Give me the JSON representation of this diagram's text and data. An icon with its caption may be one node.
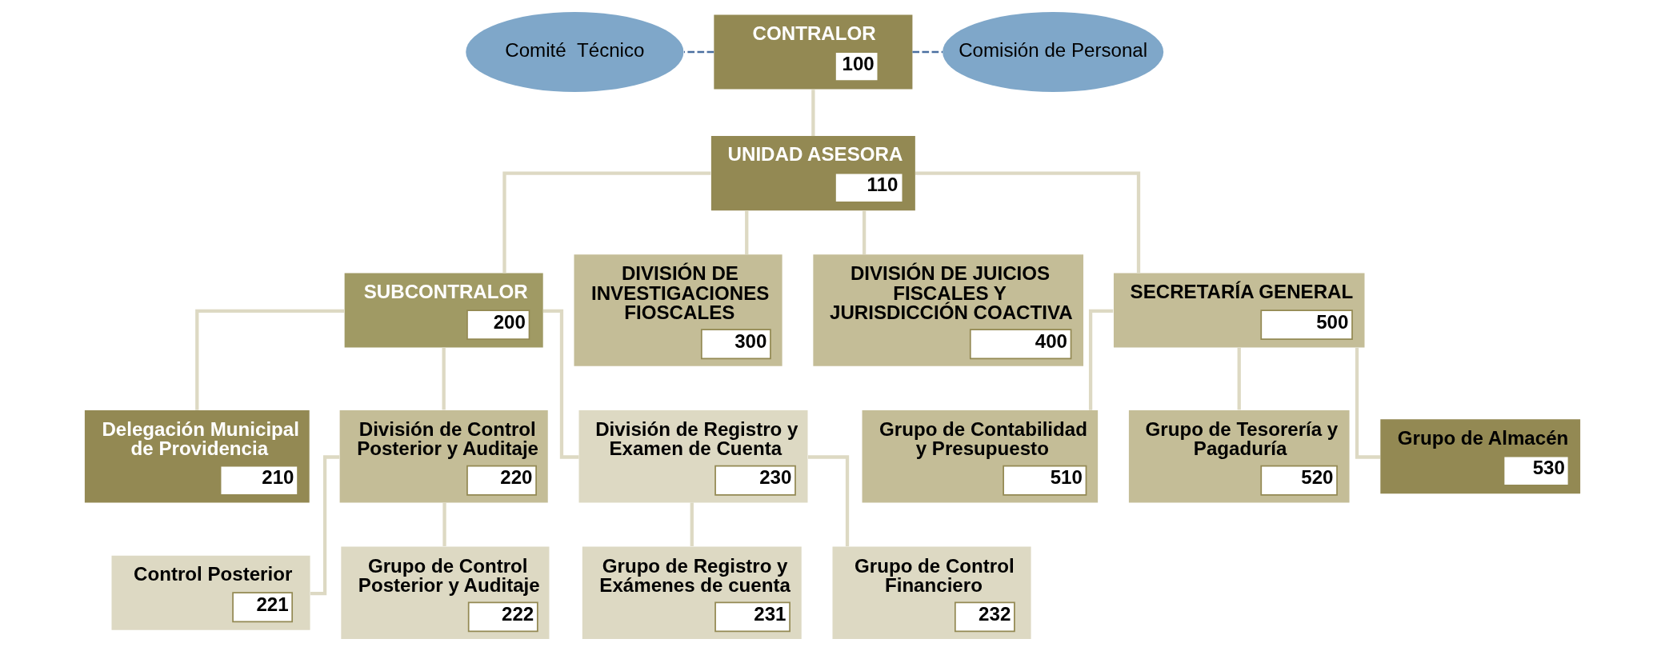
{
  "diagram": {
    "nodes": [
      {
        "text": [
          "Comité  Técnico"
        ]
      },
      {
        "text": [
          "CONTRALOR",
          "100"
        ]
      },
      {
        "text": [
          "Comisión de Personal"
        ]
      },
      {
        "text": [
          "UNIDAD ASESORA",
          "110"
        ]
      },
      {
        "text": [
          "SUBCONTRALOR",
          "200"
        ]
      },
      {
        "text": [
          "DIVISIÓN DE INVESTIGACIONES FIOSCALES",
          "300"
        ]
      },
      {
        "text": [
          "DIVISIÓN DE JUICIOS FISCALES Y JURISDICCIÓN COACTIVA",
          "400"
        ]
      },
      {
        "text": [
          "SECRETARÍA GENERAL",
          "500"
        ]
      },
      {
        "text": [
          "Delegación Municipal de Providencia",
          "210"
        ]
      },
      {
        "text": [
          "División de Control Posterior y Auditaje",
          "220"
        ]
      },
      {
        "text": [
          "División de Registro y Examen de Cuenta",
          "230"
        ]
      },
      {
        "text": [
          "Grupo de Contabilidad y Presupuesto",
          "510"
        ]
      },
      {
        "text": [
          "Grupo de Tesorería y Pagaduría",
          "520"
        ]
      },
      {
        "text": [
          "Grupo de Almacén",
          "530"
        ]
      },
      {
        "text": [
          "Control Posterior",
          "221"
        ]
      },
      {
        "text": [
          "Grupo de Control Posterior y Auditaje",
          "222"
        ]
      },
      {
        "text": [
          "Grupo de Registro y Exámenes de cuenta",
          "231"
        ]
      },
      {
        "text": [
          "Grupo de Control Financiero",
          "232"
        ]
      }
    ],
    "edges": [
      {
        "from": 1,
        "to": 0,
        "arrow": "none",
        "style": "dashed",
        "color": "#4a6fa0"
      },
      {
        "from": 1,
        "to": 2,
        "arrow": "none",
        "style": "dashed",
        "color": "#4a6fa0"
      },
      {
        "from": 1,
        "to": 3,
        "arrow": "none"
      },
      {
        "from": 3,
        "to": 4,
        "arrow": "none"
      },
      {
        "from": 3,
        "to": 5,
        "arrow": "none"
      },
      {
        "from": 3,
        "to": 6,
        "arrow": "none"
      },
      {
        "from": 3,
        "to": 7,
        "arrow": "none"
      },
      {
        "from": 4,
        "to": 8,
        "arrow": "none"
      },
      {
        "from": 4,
        "to": 9,
        "arrow": "none"
      },
      {
        "from": 4,
        "to": 10,
        "arrow": "none"
      },
      {
        "from": 7,
        "to": 11,
        "arrow": "none"
      },
      {
        "from": 7,
        "to": 12,
        "arrow": "none"
      },
      {
        "from": 7,
        "to": 13,
        "arrow": "none"
      },
      {
        "from": 9,
        "to": 14,
        "arrow": "none"
      },
      {
        "from": 9,
        "to": 15,
        "arrow": "none"
      },
      {
        "from": 10,
        "to": 16,
        "arrow": "none"
      },
      {
        "from": 10,
        "to": 17,
        "arrow": "none"
      }
    ]
  }
}
